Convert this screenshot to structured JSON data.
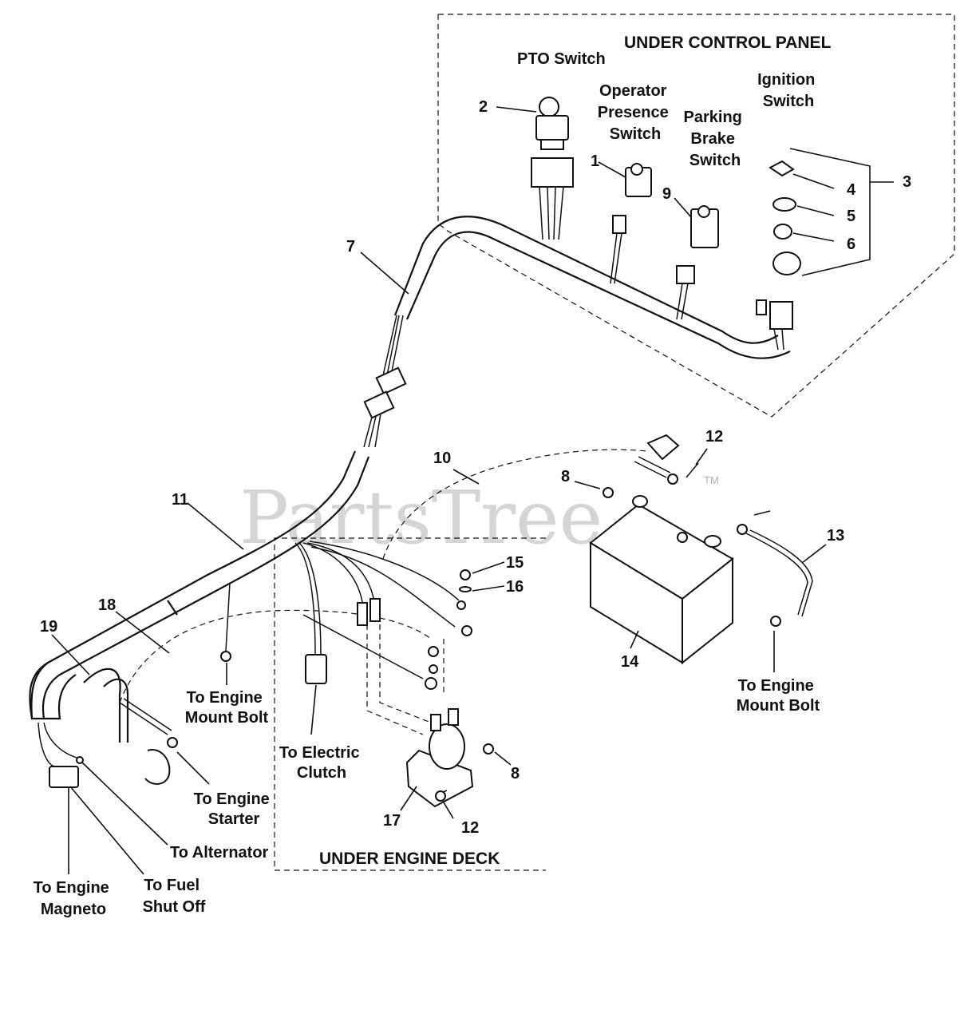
{
  "watermark": {
    "text": "PartsTree",
    "tm": "TM"
  },
  "sections": {
    "control_panel": "UNDER CONTROL PANEL",
    "engine_deck": "UNDER ENGINE DECK"
  },
  "component_labels": {
    "pto_switch": "PTO Switch",
    "operator_presence": [
      "Operator",
      "Presence",
      "Switch"
    ],
    "parking_brake": [
      "Parking",
      "Brake",
      "Switch"
    ],
    "ignition": [
      "Ignition",
      "Switch"
    ],
    "engine_mount_bolt_left": [
      "To Engine",
      "Mount Bolt"
    ],
    "electric_clutch": [
      "To Electric",
      "Clutch"
    ],
    "engine_starter": [
      "To Engine",
      "Starter"
    ],
    "alternator": "To Alternator",
    "engine_magneto": [
      "To Engine",
      "Magneto"
    ],
    "fuel_shut_off": [
      "To Fuel",
      "Shut Off"
    ],
    "engine_mount_bolt_right": [
      "To Engine",
      "Mount Bolt"
    ]
  },
  "part_numbers": {
    "n1": "1",
    "n2": "2",
    "n3": "3",
    "n4": "4",
    "n5": "5",
    "n6": "6",
    "n7": "7",
    "n8a": "8",
    "n8b": "8",
    "n9": "9",
    "n10": "10",
    "n11": "11",
    "n12a": "12",
    "n12b": "12",
    "n13": "13",
    "n14": "14",
    "n15": "15",
    "n16": "16",
    "n17": "17",
    "n18": "18",
    "n19": "19"
  }
}
